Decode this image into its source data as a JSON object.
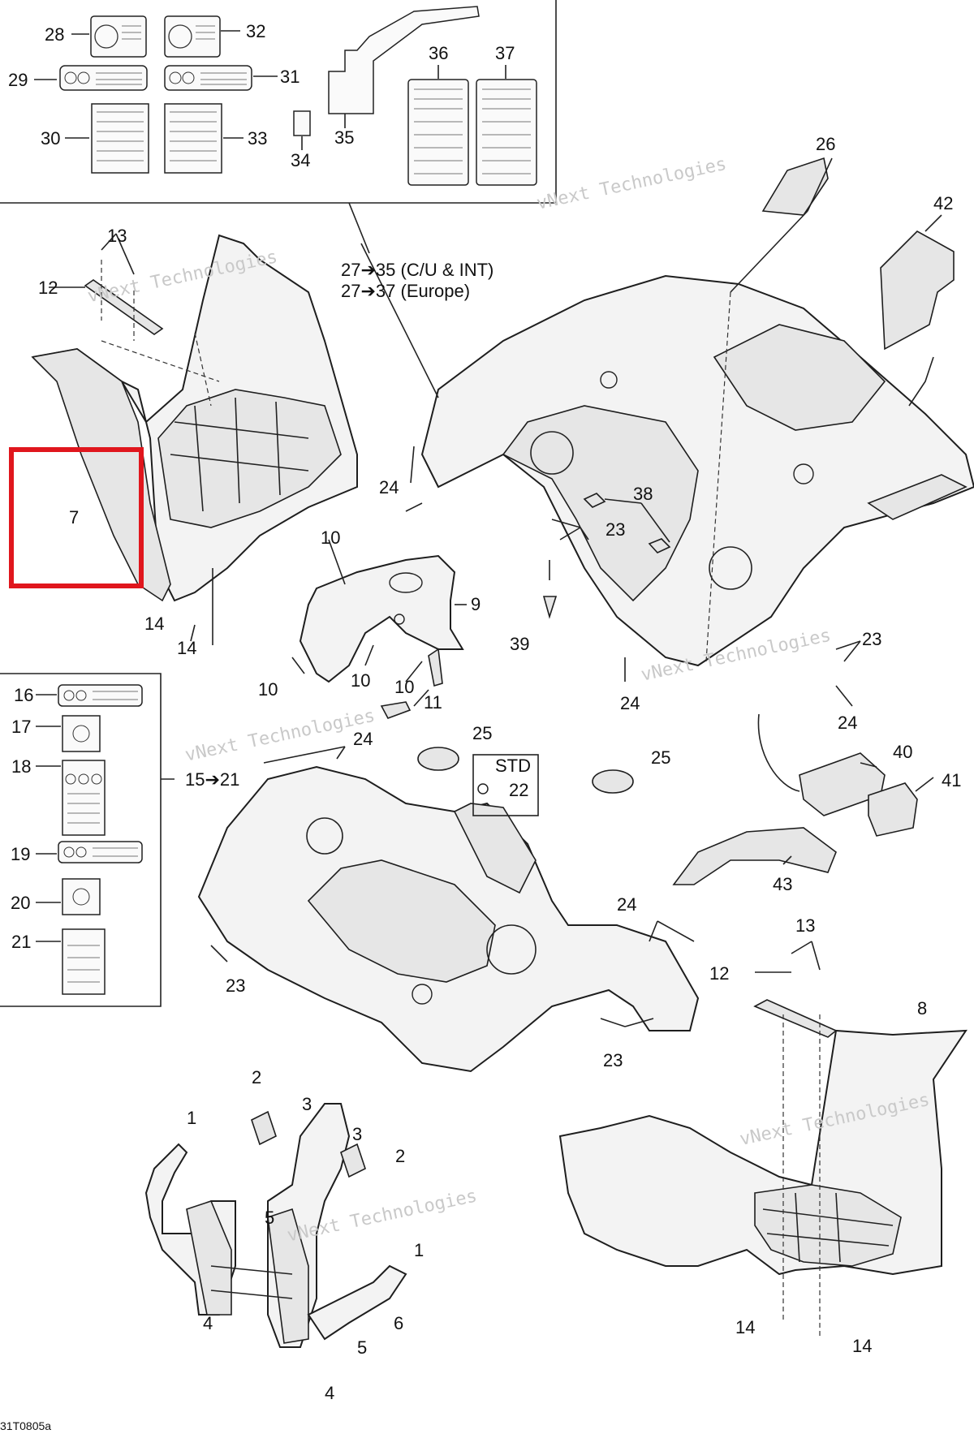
{
  "diagram_code": "31T0805a",
  "watermark": {
    "line1": "vNext Technologies",
    "line2": "vNext",
    "line3": "Technologies"
  },
  "callouts": {
    "c1a": "1",
    "c1b": "1",
    "c2a": "2",
    "c2b": "2",
    "c3a": "3",
    "c3b": "3",
    "c4a": "4",
    "c4b": "4",
    "c5a": "5",
    "c5b": "5",
    "c6": "6",
    "c7": "7",
    "c8": "8",
    "c9": "9",
    "c10a": "10",
    "c10b": "10",
    "c10c": "10",
    "c10d": "10",
    "c11": "11",
    "c12a": "12",
    "c12b": "12",
    "c13a": "13",
    "c13b": "13",
    "c14a": "14",
    "c14b": "14",
    "c14c": "14",
    "c14d": "14",
    "c15_21": "15➔21",
    "c16": "16",
    "c17": "17",
    "c18": "18",
    "c19": "19",
    "c20": "20",
    "c21": "21",
    "c22": "22",
    "c23a": "23",
    "c23b": "23",
    "c23c": "23",
    "c23d": "23",
    "c24a": "24",
    "c24b": "24",
    "c24c": "24",
    "c24d": "24",
    "c24e": "24",
    "c25a": "25",
    "c25b": "25",
    "c26": "26",
    "c27_35": "27➔35 (C/U & INT)",
    "c27_37": "27➔37 (Europe)",
    "c28": "28",
    "c29": "29",
    "c30": "30",
    "c31": "31",
    "c32": "32",
    "c33": "33",
    "c34": "34",
    "c35": "35",
    "c36": "36",
    "c37": "37",
    "c38": "38",
    "c39": "39",
    "c40": "40",
    "c41": "41",
    "c42": "42",
    "c43": "43",
    "std": "STD"
  },
  "highlight": {
    "color": "#e0161d",
    "label": "7"
  }
}
